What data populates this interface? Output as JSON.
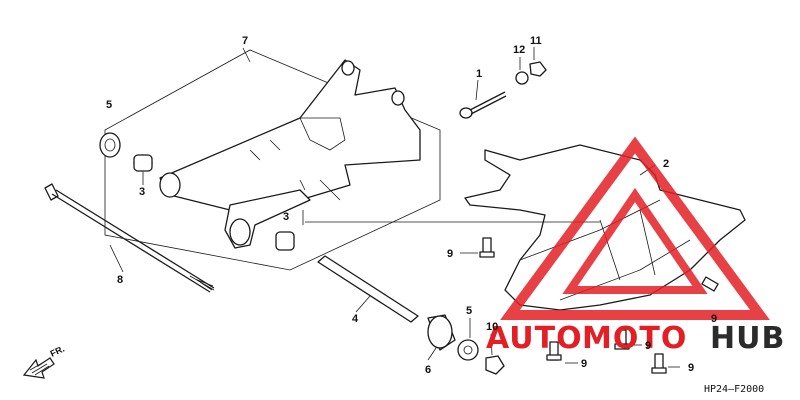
{
  "callouts": {
    "c1": "1",
    "c2": "2",
    "c3a": "3",
    "c3b": "3",
    "c4": "4",
    "c5a": "5",
    "c5b": "5",
    "c6": "6",
    "c7": "7",
    "c8": "8",
    "c9a": "9",
    "c9b": "9",
    "c9c": "9",
    "c9d": "9",
    "c9e": "9",
    "c10": "10",
    "c11": "11",
    "c12": "12"
  },
  "direction_label": "FR.",
  "diagram_code": "HP24–F2000",
  "watermark": {
    "part1": "AUTO",
    "part2": "MOTO",
    "part3": "HUB",
    "color_red": "#e31e24",
    "color_dark": "#2b2b2b"
  }
}
